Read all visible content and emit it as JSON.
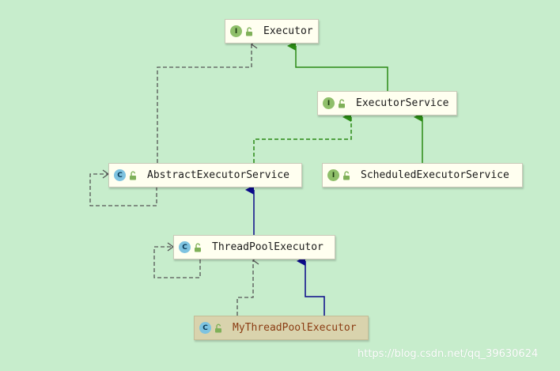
{
  "colors": {
    "background": "#c7edcc",
    "interface_arrow": "#2a8a14",
    "extends_arrow": "#0a0a8a",
    "dependency_arrow": "#555555",
    "highlight_box": "#d9d3ad",
    "highlight_text": "#8a3b12"
  },
  "nodes": {
    "executor": {
      "kind": "interface",
      "badge": "I",
      "icon": "unlock-icon",
      "label": "Executor"
    },
    "executor_service": {
      "kind": "interface",
      "badge": "I",
      "icon": "unlock-icon",
      "label": "ExecutorService"
    },
    "abstract_executor_service": {
      "kind": "abstract-class",
      "badge": "C",
      "icon": "unlock-icon",
      "label": "AbstractExecutorService"
    },
    "scheduled_executor_service": {
      "kind": "interface",
      "badge": "I",
      "icon": "unlock-icon",
      "label": "ScheduledExecutorService"
    },
    "thread_pool_executor": {
      "kind": "class",
      "badge": "C",
      "icon": "unlock-icon",
      "label": "ThreadPoolExecutor"
    },
    "my_thread_pool_executor": {
      "kind": "class",
      "badge": "C",
      "icon": "unlock-icon",
      "label": "MyThreadPoolExecutor",
      "highlighted": true
    }
  },
  "edges": [
    {
      "from": "executor_service",
      "to": "executor",
      "type": "extends-interface"
    },
    {
      "from": "scheduled_executor_service",
      "to": "executor_service",
      "type": "extends-interface"
    },
    {
      "from": "abstract_executor_service",
      "to": "executor_service",
      "type": "implements"
    },
    {
      "from": "abstract_executor_service",
      "to": "executor",
      "type": "dependency"
    },
    {
      "from": "abstract_executor_service",
      "to": "abstract_executor_service",
      "type": "dependency-self"
    },
    {
      "from": "thread_pool_executor",
      "to": "abstract_executor_service",
      "type": "extends"
    },
    {
      "from": "thread_pool_executor",
      "to": "thread_pool_executor",
      "type": "dependency-self"
    },
    {
      "from": "my_thread_pool_executor",
      "to": "thread_pool_executor",
      "type": "extends"
    },
    {
      "from": "my_thread_pool_executor",
      "to": "thread_pool_executor",
      "type": "dependency"
    }
  ],
  "watermark": "https://blog.csdn.net/qq_39630624"
}
